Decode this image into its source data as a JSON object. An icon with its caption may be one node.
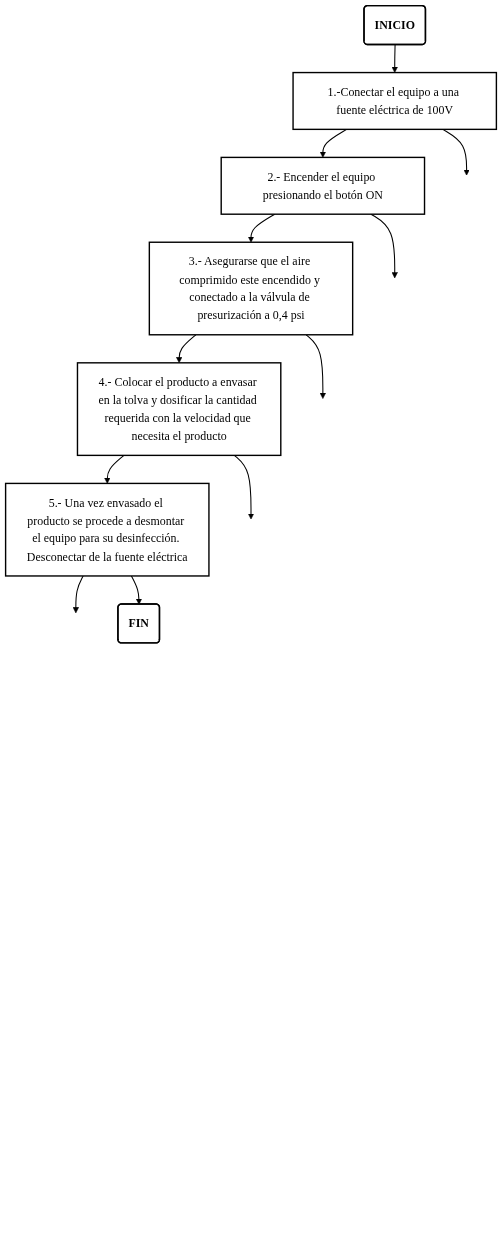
{
  "diagram": {
    "nodes": [
      {
        "text": [
          "INICIO"
        ]
      },
      {
        "text": [
          "1.-Conectar el equipo a una fuente eléctrica de 100V"
        ]
      },
      {
        "text": [
          "2.- Encender el equipo presionando el botón ON"
        ]
      },
      {
        "text": [
          "3.- Asegurarse que el aire comprimido este encendido y conectado a la válvula de presurización a 0,4 psi"
        ]
      },
      {
        "text": [
          "4.- Colocar el producto a envasar en la tolva y dosificar la cantidad requerida con la velocidad que necesita el producto"
        ]
      },
      {
        "text": [
          "5.- Una vez envasado el producto se procede a desmontar el equipo para su desinfección. Desconectar de la fuente eléctrica"
        ]
      },
      {
        "text": [
          "FIN"
        ]
      }
    ],
    "edges": [
      {
        "from": 0,
        "to": 1,
        "arrow": "to"
      },
      {
        "from": 1,
        "to": null,
        "arrow": "to"
      },
      {
        "from": 1,
        "to": 2,
        "arrow": "to"
      },
      {
        "from": 2,
        "to": null,
        "arrow": "to"
      },
      {
        "from": 2,
        "to": 3,
        "arrow": "to"
      },
      {
        "from": 3,
        "to": null,
        "arrow": "to"
      },
      {
        "from": 3,
        "to": 4,
        "arrow": "to"
      },
      {
        "from": 4,
        "to": null,
        "arrow": "to"
      },
      {
        "from": 4,
        "to": 5,
        "arrow": "to"
      },
      {
        "from": 5,
        "to": null,
        "arrow": "to"
      },
      {
        "from": 5,
        "to": 6,
        "arrow": "to"
      }
    ]
  }
}
